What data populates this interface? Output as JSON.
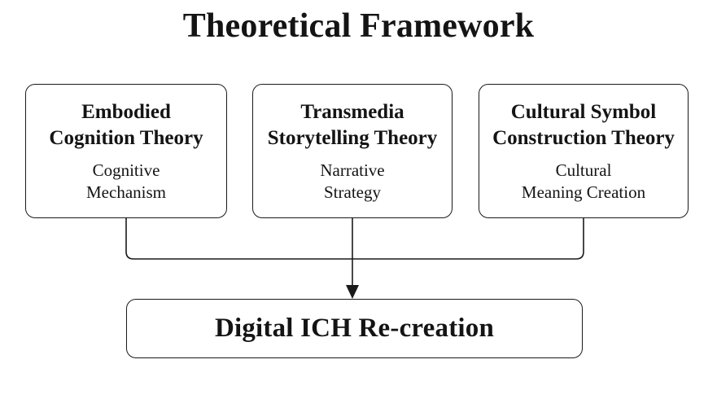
{
  "diagram": {
    "title": "Theoretical Framework",
    "theory_boxes": [
      {
        "title_line1": "Embodied",
        "title_line2": "Cognition Theory",
        "subtitle_line1": "Cognitive",
        "subtitle_line2": "Mechanism"
      },
      {
        "title_line1": "Transmedia",
        "title_line2": "Storytelling Theory",
        "subtitle_line1": "Narrative",
        "subtitle_line2": "Strategy"
      },
      {
        "title_line1": "Cultural Symbol",
        "title_line2": "Construction Theory",
        "subtitle_line1": "Cultural",
        "subtitle_line2": "Meaning Creation"
      }
    ],
    "outcome_box": {
      "label": "Digital ICH Re-creation"
    },
    "icons": {
      "arrow": "arrow-down-icon"
    },
    "colors": {
      "line": "#1a1a1a",
      "text": "#141414",
      "box_fill": "#ffffff",
      "background": "#ffffff"
    }
  }
}
